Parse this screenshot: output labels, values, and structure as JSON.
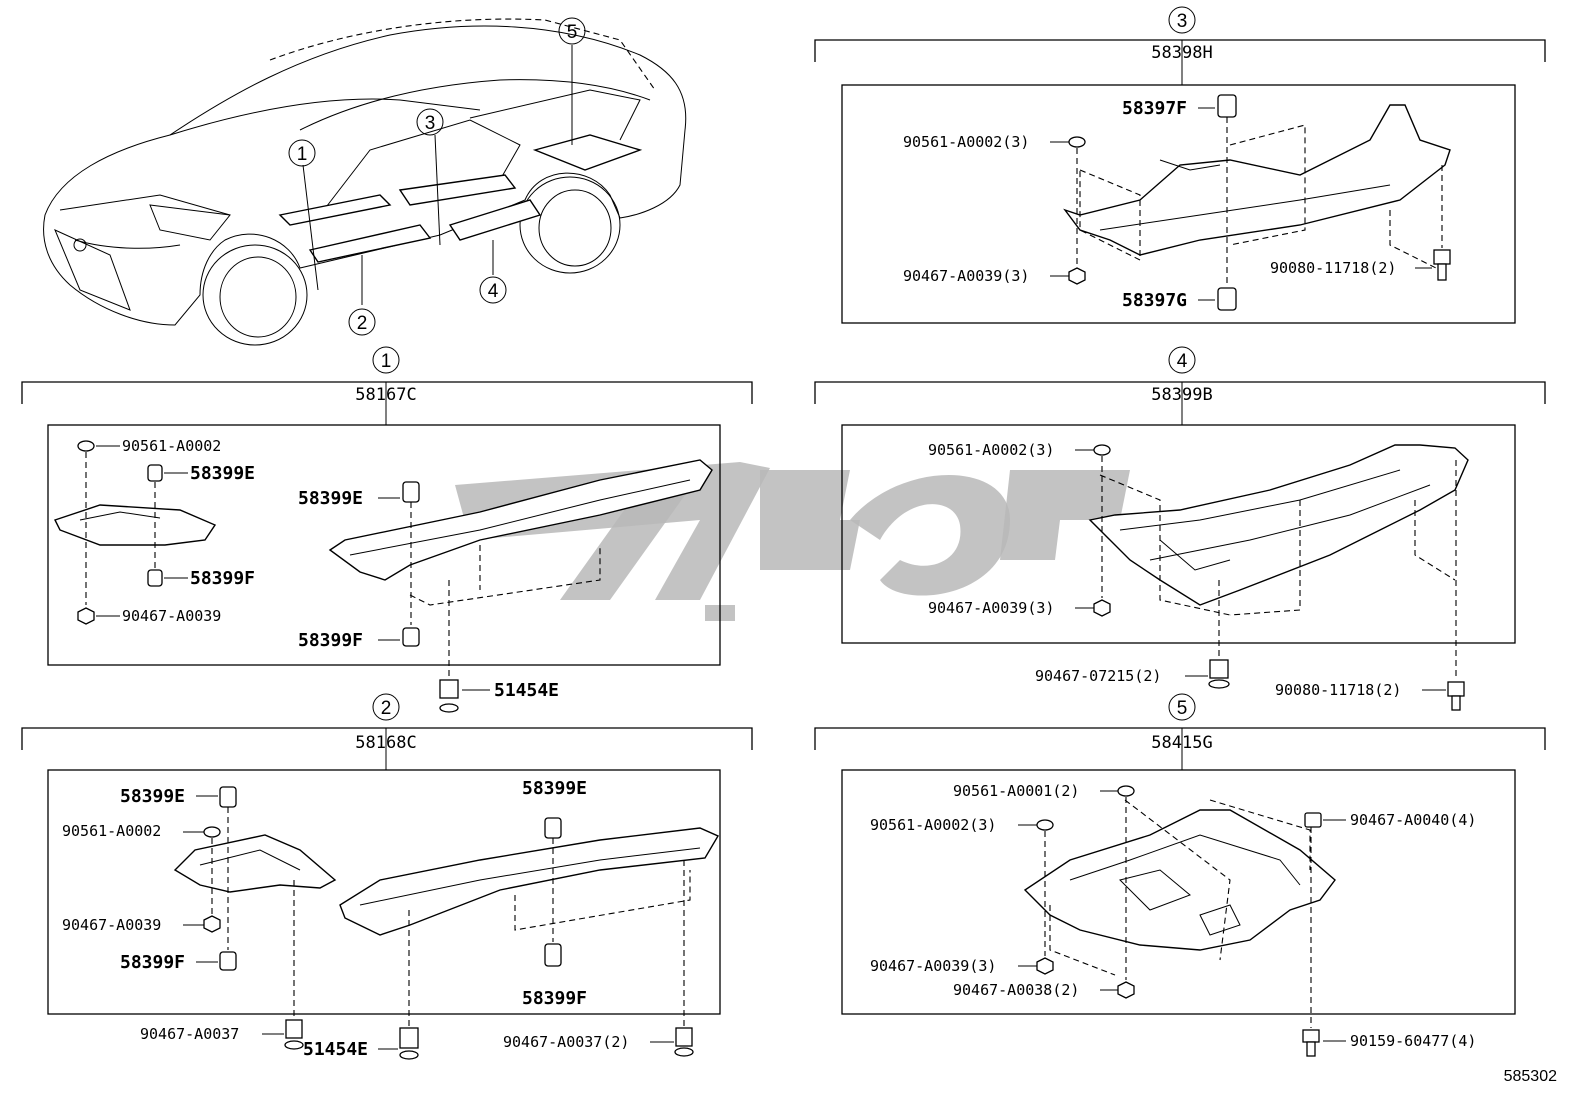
{
  "diagram": {
    "figure_number": "585302",
    "overview": {
      "callouts": [
        "1",
        "2",
        "3",
        "4",
        "5"
      ]
    },
    "groups": [
      {
        "key": "1",
        "assembly_code": "58167C",
        "labels": {
          "a": "90561-A0002",
          "b": "58399E",
          "c": "58399F",
          "d": "90467-A0039",
          "e": "58399E",
          "f": "58399F",
          "g": "51454E"
        }
      },
      {
        "key": "2",
        "assembly_code": "58168C",
        "labels": {
          "a": "58399E",
          "b": "90561-A0002",
          "c": "90467-A0039",
          "d": "58399F",
          "e": "58399E",
          "f": "58399F",
          "g": "90467-A0037",
          "h": "51454E",
          "i": "90467-A0037(2)"
        }
      },
      {
        "key": "3",
        "assembly_code": "58398H",
        "labels": {
          "a": "58397F",
          "b": "90561-A0002(3)",
          "c": "90467-A0039(3)",
          "d": "58397G",
          "e": "90080-11718(2)"
        }
      },
      {
        "key": "4",
        "assembly_code": "58399B",
        "labels": {
          "a": "90561-A0002(3)",
          "b": "90467-A0039(3)",
          "c": "90467-07215(2)",
          "d": "90080-11718(2)"
        }
      },
      {
        "key": "5",
        "assembly_code": "58415G",
        "labels": {
          "a": "90561-A0001(2)",
          "b": "90561-A0002(3)",
          "c": "90467-A0040(4)",
          "d": "90467-A0039(3)",
          "e": "90467-A0038(2)",
          "f": "90159-60477(4)"
        }
      }
    ]
  }
}
